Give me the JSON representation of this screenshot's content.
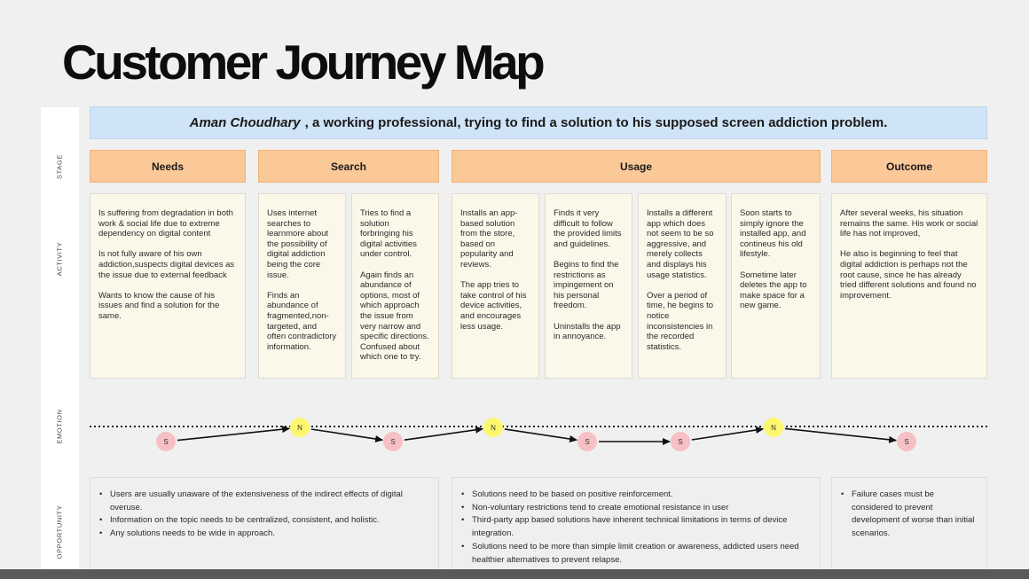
{
  "title": "Customer Journey Map",
  "row_labels": {
    "stage": "STAGE",
    "activity": "ACTIVITY",
    "emotion": "EMOTION",
    "opportunity": "OPPORTUNITY"
  },
  "persona": {
    "name": "Aman Choudhary",
    "description": ", a working professional, trying to find a solution to his supposed screen addiction problem."
  },
  "stages": [
    "Needs",
    "Search",
    "Usage",
    "Outcome"
  ],
  "activities": [
    [
      "Is suffering from degradation in both work & social life due to extreme dependency on digital content",
      "Is not fully aware of his own addiction,suspects digital devices as the issue due to external feedback",
      "Wants to know the cause of his issues and find a solution for the same."
    ],
    [
      "Uses internet searches to learnmore about the possibility of digital addiction being the core issue.",
      "Finds an abundance of fragmented,non-targeted, and often contradictory information."
    ],
    [
      "Tries to find a solution forbringing his digital activities under control.",
      "Again finds an abundance of options, most of which approach the issue from very narrow and specific directions. Confused about which one to try."
    ],
    [
      "Installs an app-based solution from the store, based on popularity and reviews.",
      "The app tries to take control of his device activities, and encourages less usage."
    ],
    [
      "Finds it very difficult to follow the provided limits and guidelines.",
      "Begins to find the restrictions as impingement on his personal freedom.",
      "Uninstalls the app in annoyance."
    ],
    [
      "Installs a different app which does not seem to be so aggressive, and merely collects and displays his usage statistics.",
      "Over a period of time, he begins to notice inconsistencies in the recorded statistics."
    ],
    [
      "Soon starts to simply ignore the installed app, and contineus his old lifestyle.",
      "Sometime later deletes the app to make space for a new game."
    ],
    [
      "After several weeks, his situation remains the same. His work or social life has not improved,",
      "He also is beginning to feel that digital addiction is perhaps not the root cause, since he has already tried different solutions and found no improvement."
    ]
  ],
  "emotions": {
    "labels": [
      "S",
      "N",
      "S",
      "N",
      "S",
      "S",
      "N",
      "S"
    ],
    "levels": [
      "sad",
      "neutral",
      "sad",
      "neutral",
      "sad",
      "sad",
      "neutral",
      "sad"
    ],
    "colors": {
      "sad": "#f6c0c4",
      "neutral": "#fdf76e"
    }
  },
  "opportunities": [
    [
      "Users are usually unaware of the extensiveness of the indirect effects of digital overuse.",
      "Information on the topic needs to be centralized, consistent, and holistic.",
      "Any solutions needs to be wide in approach."
    ],
    [
      "Solutions need to be based on positive reinforcement.",
      "Non-voluntary restrictions tend to create emotional resistance in user",
      "Third-party app based solutions have inherent technical limitations in terms of device integration.",
      "Solutions need to be more than simple limit creation or awareness, addicted users need healthier alternatives to prevent relapse."
    ],
    [
      "Failure cases must be considered to prevent development of worse than initial scenarios."
    ]
  ]
}
